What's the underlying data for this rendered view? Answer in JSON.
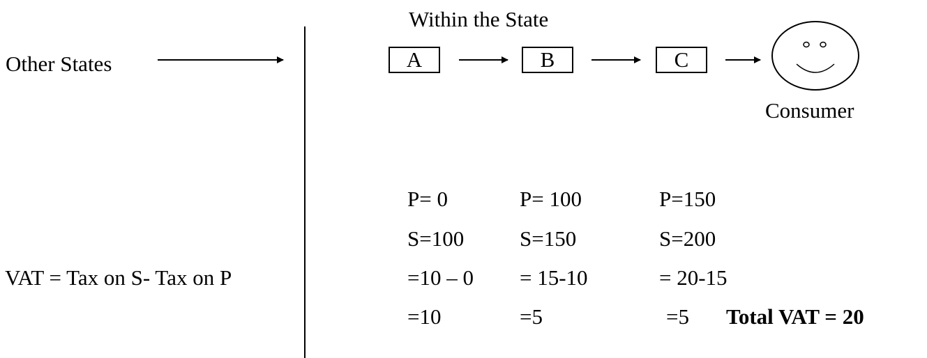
{
  "left": {
    "other_states": "Other States",
    "vat_formula": "VAT = Tax on S- Tax on P"
  },
  "flow": {
    "title": "Within the State",
    "nodes": [
      "A",
      "B",
      "C"
    ],
    "consumer_label": "Consumer"
  },
  "table": {
    "columns": [
      {
        "purchase": "P= 0",
        "sale": "S=100",
        "calc": "=10 – 0",
        "vat": "=10"
      },
      {
        "purchase": "P= 100",
        "sale": "S=150",
        "calc": "= 15-10",
        "vat": "=5"
      },
      {
        "purchase": "P=150",
        "sale": "S=200",
        "calc": "= 20-15",
        "vat": "=5"
      }
    ],
    "total": "Total VAT = 20"
  }
}
